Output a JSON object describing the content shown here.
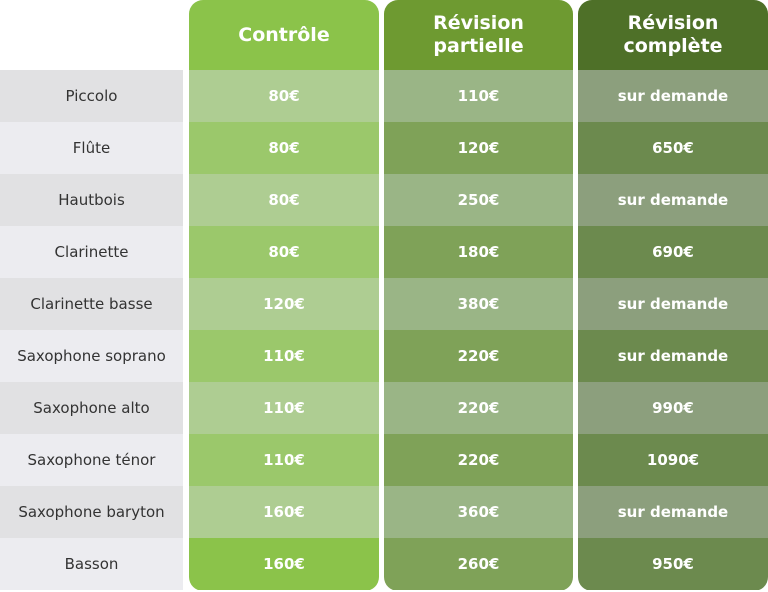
{
  "columns": [
    {
      "title": "Contrôle",
      "header_color": "#8bc34a",
      "row_colors": [
        "#aecd92",
        "#9bc86b"
      ],
      "last_row_color": "#8bc34a",
      "prices": [
        "80€",
        "80€",
        "80€",
        "80€",
        "120€",
        "110€",
        "110€",
        "110€",
        "160€",
        "160€"
      ]
    },
    {
      "title": "Révision\npartielle",
      "header_color": "#6e9a31",
      "row_colors": [
        "#9ab586",
        "#7fa258"
      ],
      "last_row_color": "#7fa258",
      "prices": [
        "110€",
        "120€",
        "250€",
        "180€",
        "380€",
        "220€",
        "220€",
        "220€",
        "360€",
        "260€"
      ]
    },
    {
      "title": "Révision\ncomplète",
      "header_color": "#4e7028",
      "row_colors": [
        "#8c9f7d",
        "#6c8a4e"
      ],
      "last_row_color": "#6c8a4e",
      "prices": [
        "sur demande",
        "650€",
        "sur demande",
        "690€",
        "sur demande",
        "sur demande",
        "990€",
        "1090€",
        "sur demande",
        "950€"
      ]
    }
  ],
  "instruments": [
    "Piccolo",
    "Flûte",
    "Hautbois",
    "Clarinette",
    "Clarinette basse",
    "Saxophone soprano",
    "Saxophone alto",
    "Saxophone ténor",
    "Saxophone baryton",
    "Basson"
  ],
  "label_colors": [
    "#e1e1e3",
    "#ececf0"
  ]
}
